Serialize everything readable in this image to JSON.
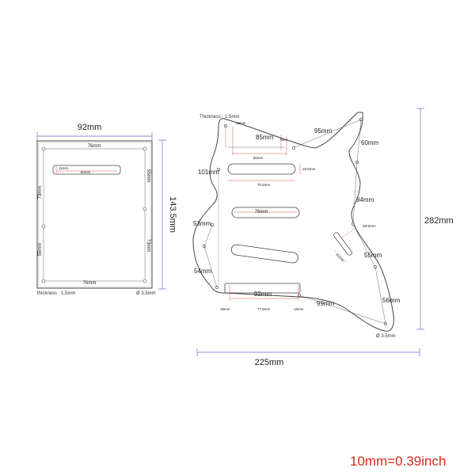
{
  "colors": {
    "outline": "#444444",
    "dim_line": "#6a6acb",
    "red_line": "#e05050",
    "conversion_text": "#d8281c",
    "hole": "#ffffff"
  },
  "backplate": {
    "width_label": "92mm",
    "height_label": "143.5mm",
    "top_inner_label": "76mm",
    "bottom_inner_label": "76mm",
    "slot_width_label": "60mm",
    "slot_height_label": "11mm",
    "right_upper_label": "55mm",
    "right_lower_label": "73mm",
    "left_upper_label": "73mm",
    "left_lower_label": "55mm",
    "thickness_label": "thickness : 1.5mm",
    "hole_label": "Ø 3.5mm"
  },
  "pickguard": {
    "thickness_label": "Thickness : 1.5mm",
    "width_label": "225mm",
    "height_label": "282mm",
    "labels": {
      "d32": "32mm",
      "d85": "85mm",
      "d7": "7mm",
      "d95": "95mm",
      "d60": "60mm",
      "d56_top": "56mm",
      "d101": "101mm",
      "d18_5": "18.5mm",
      "d70_5": "70.5mm",
      "d76": "76mm",
      "d94": "94mm",
      "d53": "53mm",
      "d28x2": "28*2mm",
      "d41": "41mm",
      "d55": "55mm",
      "d54": "54mm",
      "d92": "92mm",
      "d16": "16mm",
      "d77_5": "77.5mm",
      "d15": "15mm",
      "d99": "99mm",
      "d56_bottom": "56mm",
      "hole": "Ø 3.5mm"
    }
  },
  "conversion": "10mm=0.39inch"
}
